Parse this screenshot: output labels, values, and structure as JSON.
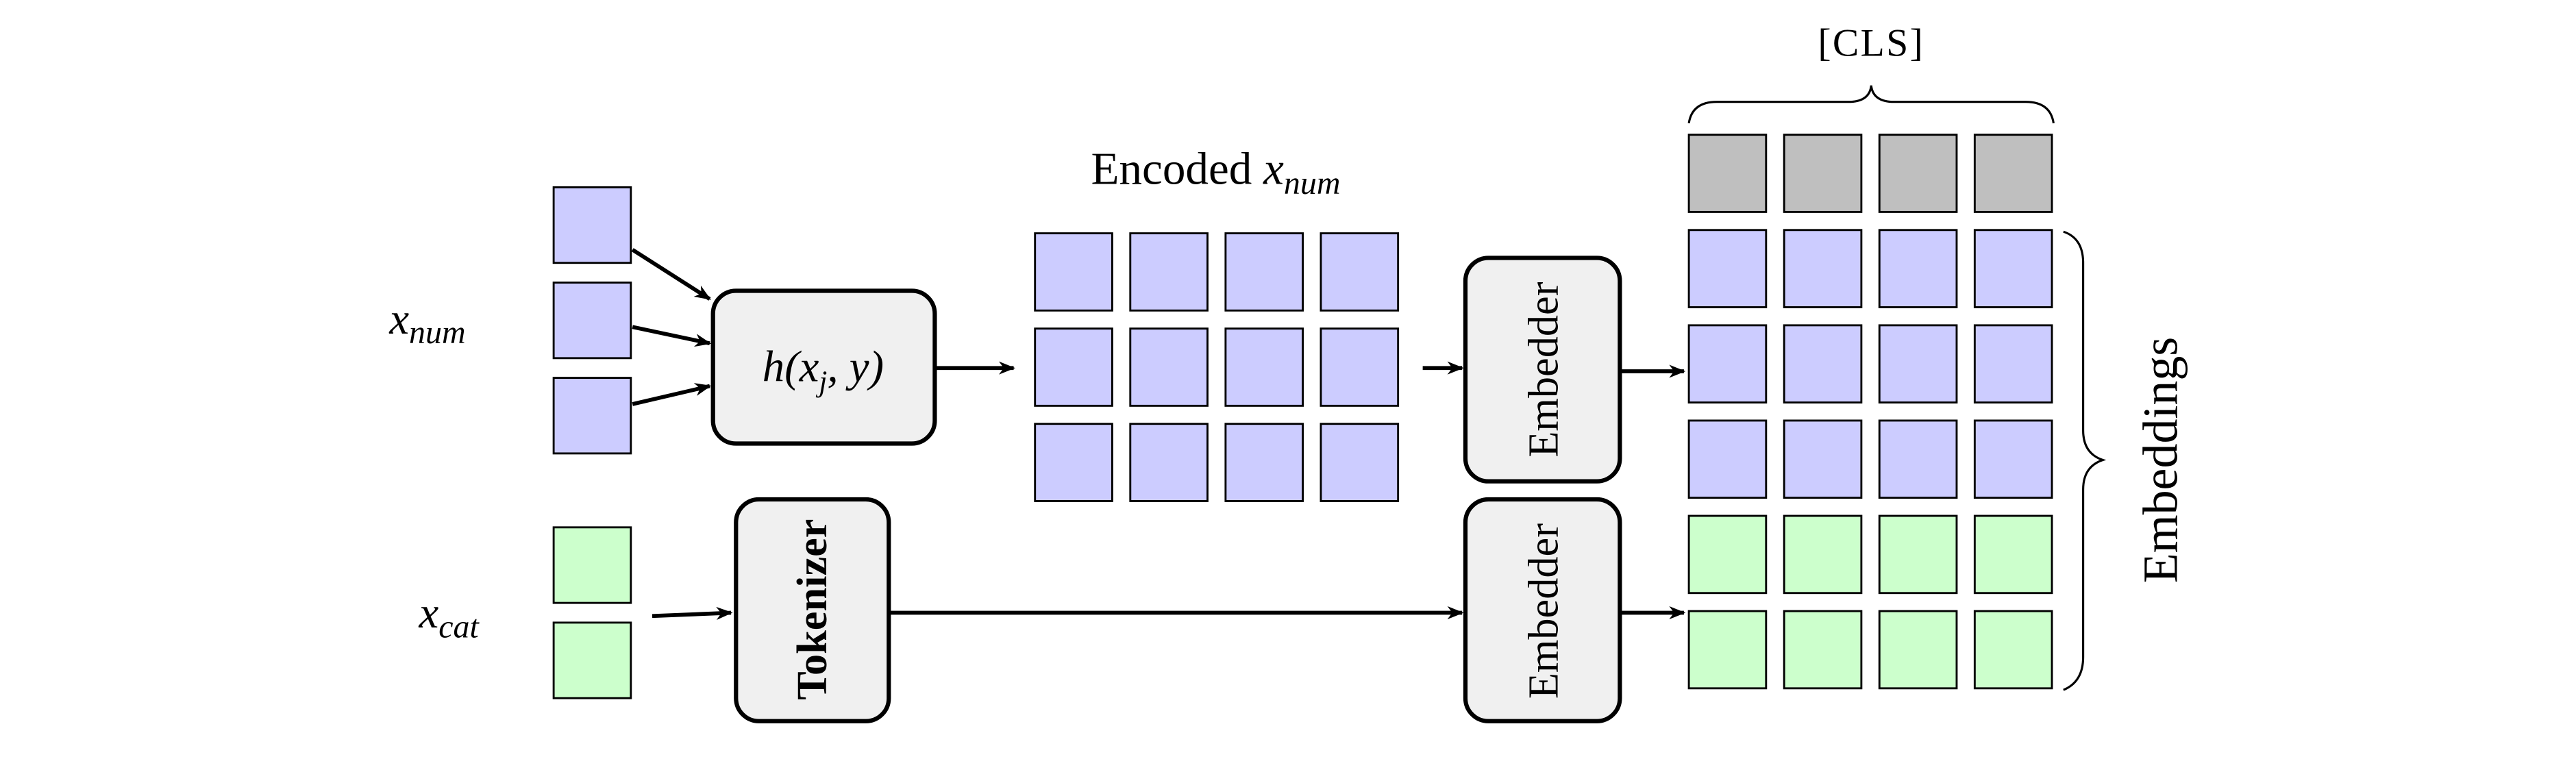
{
  "colors": {
    "numeric": "#ccccff",
    "categorical": "#ccffcc",
    "cls": "#bfbfbf",
    "box": "#f0f0f0"
  },
  "labels": {
    "x_num": {
      "base": "x",
      "sub": "num"
    },
    "x_cat": {
      "base": "x",
      "sub": "cat"
    },
    "encoder_fn": {
      "pre": "h(x",
      "sub": "j",
      "post": ", y)"
    },
    "encoded_title": {
      "text": "Encoded ",
      "base": "x",
      "sub": "num"
    },
    "tokenizer": "Tokenizer",
    "embedder_num": "Embedder",
    "embedder_cat": "Embedder",
    "cls": "[CLS]",
    "embeddings": "Embeddings"
  }
}
